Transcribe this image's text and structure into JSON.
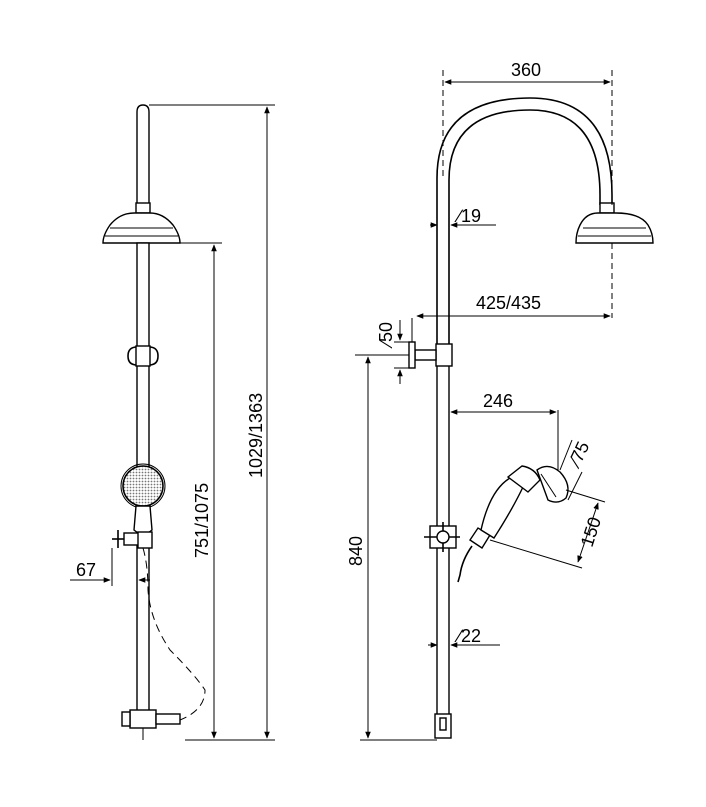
{
  "front_view": {
    "total_height": "1029/1363",
    "head_height": "751/1075",
    "tap_offset": "67"
  },
  "side_view": {
    "arm_reach": "360",
    "pipe_diameter_upper": "∕19",
    "wall_distance": "425/435",
    "bracket_diameter": "∕50",
    "hand_shower_reach": "246",
    "hand_shower_diameter": "∕75",
    "hand_shower_length": "150",
    "bracket_height": "840",
    "pipe_diameter_lower": "∕22"
  }
}
